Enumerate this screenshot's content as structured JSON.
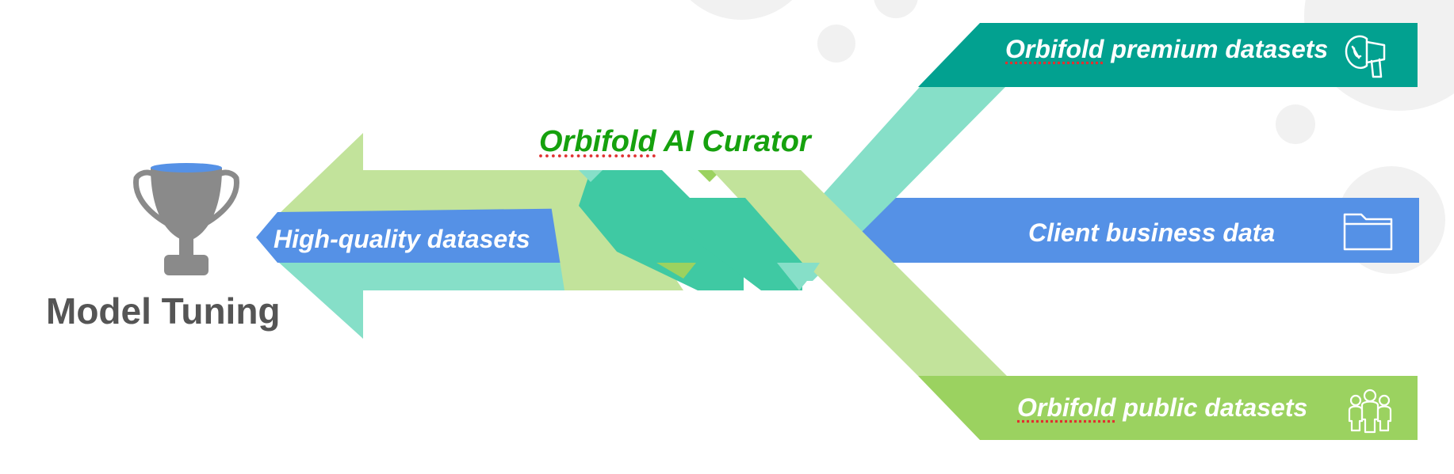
{
  "curator": {
    "brand": "Orbifold",
    "rest": " AI Curator"
  },
  "output": {
    "label": "High-quality datasets"
  },
  "sources": {
    "premium": {
      "brand": "Orbifold",
      "rest": " premium datasets"
    },
    "client": {
      "label": "Client business data"
    },
    "public": {
      "brand": "Orbifold",
      "rest": " public datasets"
    }
  },
  "target": {
    "label": "Model Tuning"
  },
  "colors": {
    "blue": "#5591e6",
    "teal_dark": "#02a190",
    "teal_light": "#86dfc8",
    "teal_mid": "#3fc9a3",
    "green_light": "#c2e39b",
    "green_mid": "#9bd260",
    "green_title": "#16a10e",
    "trophy_gray": "#8a8a8a",
    "title_gray": "#555555"
  },
  "icons": {
    "premium": "megaphone-icon",
    "client": "folder-icon",
    "public": "people-icon",
    "target": "trophy-icon"
  }
}
